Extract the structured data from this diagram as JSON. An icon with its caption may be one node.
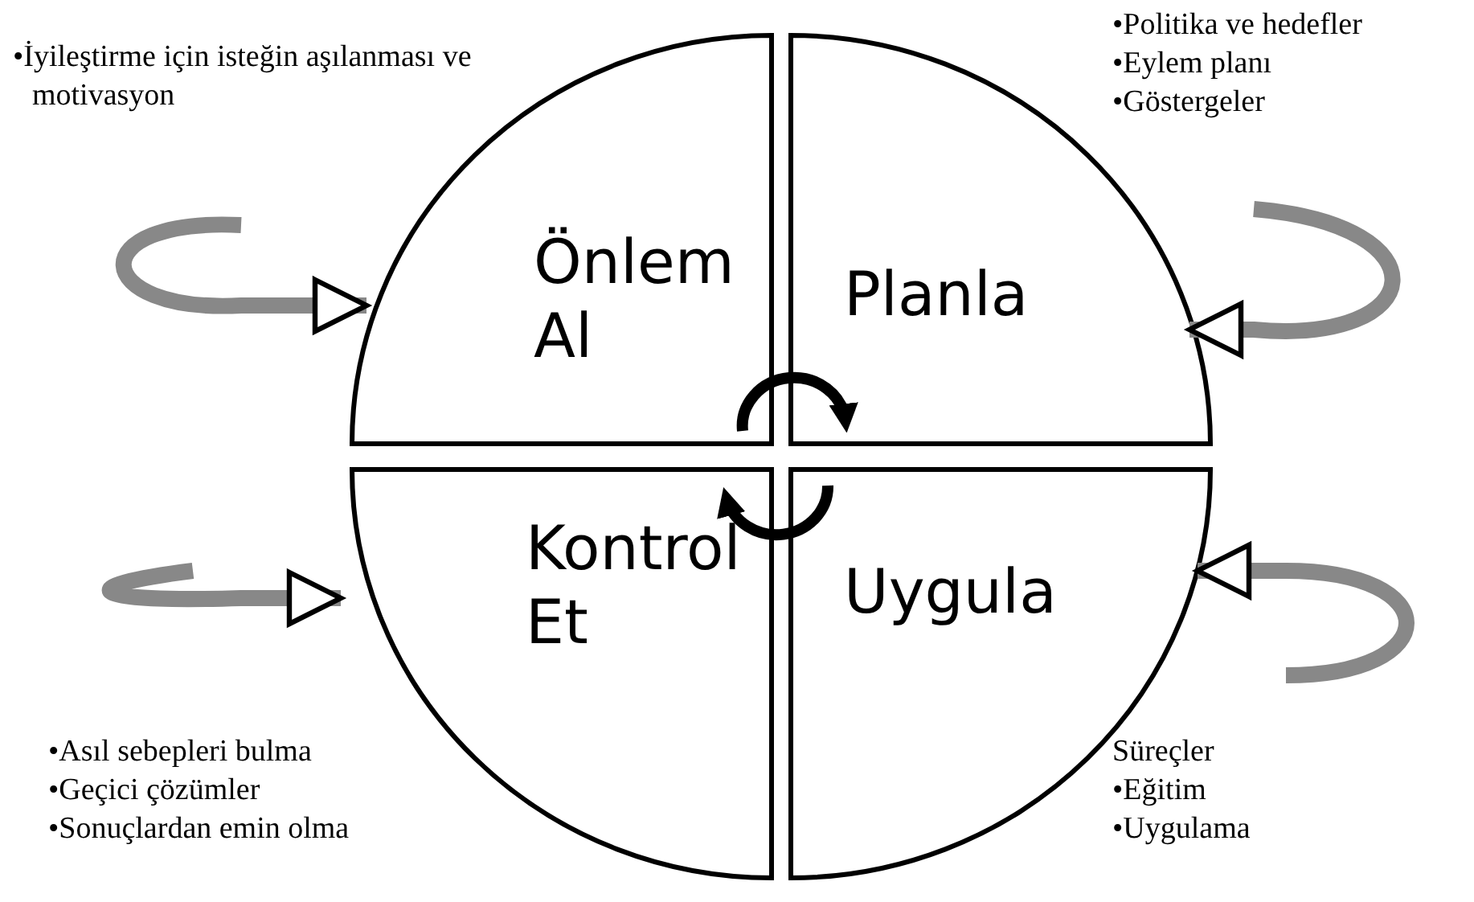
{
  "diagram": {
    "nodes": [
      {
        "text": [
          "Önlem Al"
        ],
        "beside": [
          "•İyileştirme için isteğin aşılanması ve motivasyon"
        ]
      },
      {
        "text": [
          "Planla"
        ],
        "beside": [
          "•Politika ve hedefler",
          "•Eylem planı",
          "•Göstergeler"
        ]
      },
      {
        "text": [
          "Kontrol Et"
        ],
        "beside": [
          "•Asıl sebepleri bulma",
          "•Geçici çözümler",
          "•Sonuçlardan emin olma"
        ]
      },
      {
        "text": [
          "Uygula"
        ],
        "beside": [
          "Süreçler",
          "•Eğitim",
          "•Uygulama"
        ]
      }
    ],
    "edges": [
      {
        "from": null,
        "to": 0,
        "arrow": "to"
      },
      {
        "from": null,
        "to": 1,
        "arrow": "to"
      },
      {
        "from": null,
        "to": 2,
        "arrow": "to"
      },
      {
        "from": null,
        "to": 3,
        "arrow": "to"
      },
      {
        "from": 0,
        "to": 1,
        "arrow": "to",
        "color": "#000000"
      },
      {
        "from": 3,
        "to": 2,
        "arrow": "to",
        "color": "#000000"
      }
    ]
  }
}
